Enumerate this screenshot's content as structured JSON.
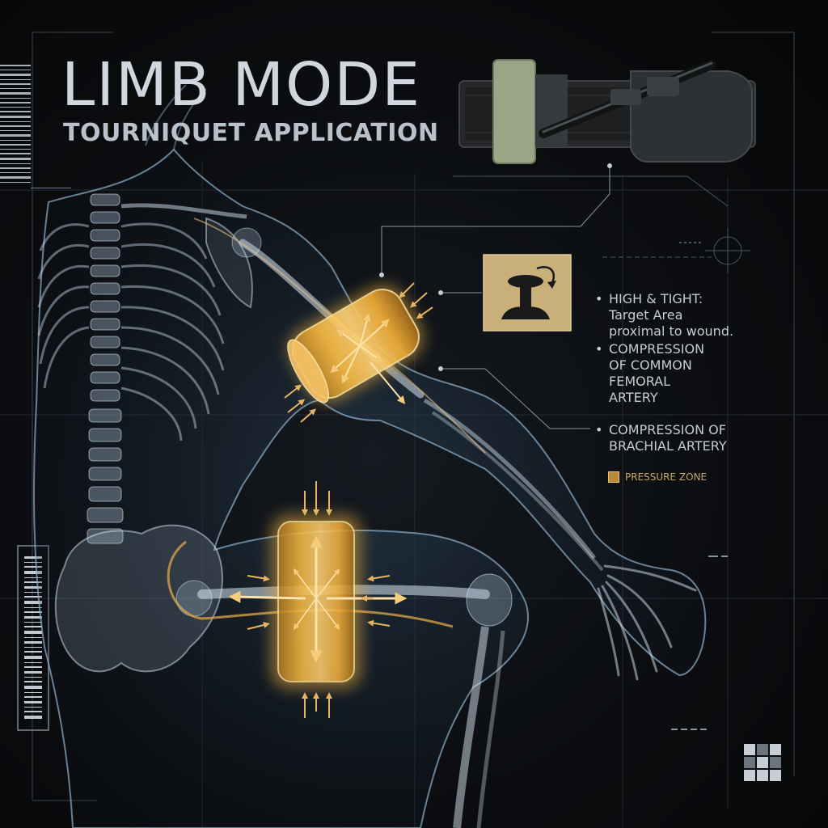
{
  "header": {
    "title": "LIMB MODE",
    "subtitle": "TOURNIQUET APPLICATION"
  },
  "annotations": [
    {
      "bullet": "•",
      "lines": [
        "HIGH & TIGHT:",
        "Target Area",
        "proximal to wound."
      ]
    },
    {
      "bullet": "•",
      "lines": [
        "COMPRESSION",
        "OF COMMON",
        "FEMORAL",
        "ARTERY"
      ]
    },
    {
      "bullet": "•",
      "lines": [
        "COMPRESSION OF",
        "BRACHIAL ARTERY"
      ]
    }
  ],
  "legend": {
    "label": "PRESSURE ZONE",
    "color": "#f2b84b"
  },
  "colors": {
    "background": "#0b0d10",
    "accent_glow": "#f2b84b",
    "ui_line": "#6f7c88",
    "xray_body": "#8fb2cf",
    "tourniquet_strap": "#2b2d30",
    "velcro_tab": "#9aa585",
    "icon_panel": "#c9b07a"
  },
  "icons": [
    "tourniquet-photo",
    "windlass-rotate-icon",
    "barcode-icon",
    "grid-logo-icon",
    "reticle-icon"
  ]
}
